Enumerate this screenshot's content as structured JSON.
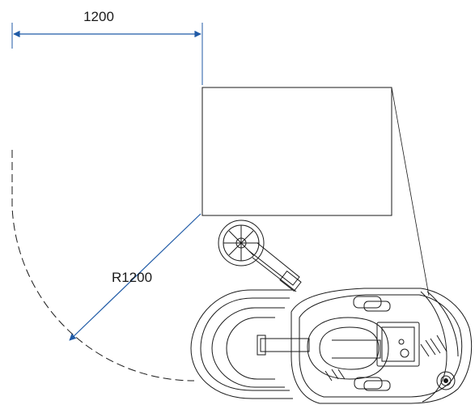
{
  "dimensions": {
    "width_label": "1200",
    "radius_label": "R1200"
  },
  "colors": {
    "dimension_line": "#1f5aa6",
    "outline": "#1a1a1a",
    "background": "#ffffff"
  },
  "icons": {
    "machine": "floor-scrubber-top-view",
    "load": "rectangular-load",
    "wheel": "caster-wheel"
  }
}
